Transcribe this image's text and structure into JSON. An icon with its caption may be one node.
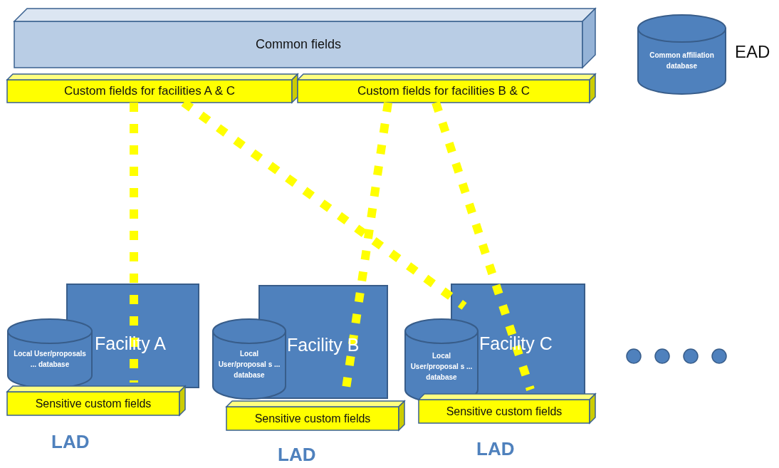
{
  "diagram": {
    "nodes": [
      {
        "text": [
          "Common fields"
        ]
      },
      {
        "text": [
          "Custom fields for facilities A & C"
        ]
      },
      {
        "text": [
          "Custom fields for facilities B & C"
        ]
      },
      {
        "text": [
          "Common affiliation database"
        ],
        "beside": [
          "EAD"
        ]
      },
      {
        "text": [
          "Facility A"
        ]
      },
      {
        "text": [
          "Local User/proposals ... database"
        ]
      },
      {
        "text": [
          "Sensitive custom fields"
        ]
      },
      {
        "text": [
          "Facility B"
        ]
      },
      {
        "text": [
          "Local User/proposal s ... database"
        ]
      },
      {
        "text": [
          "Sensitive custom fields"
        ]
      },
      {
        "text": [
          "Facility C"
        ]
      },
      {
        "text": [
          "Local User/proposal s ... database"
        ]
      },
      {
        "text": [
          "Sensitive custom fields"
        ]
      },
      {
        "text": [],
        "shape": "circle"
      },
      {
        "text": [],
        "shape": "circle"
      },
      {
        "text": [],
        "shape": "circle"
      },
      {
        "text": [],
        "shape": "circle"
      }
    ],
    "edges": [
      {
        "from": 1,
        "to": 4,
        "arrow": "none",
        "style": "dashed"
      },
      {
        "from": 1,
        "to": 10,
        "arrow": "none",
        "style": "dashed"
      },
      {
        "from": 2,
        "to": 7,
        "arrow": "none",
        "style": "dashed"
      },
      {
        "from": 2,
        "to": 10,
        "arrow": "none",
        "style": "dashed"
      }
    ],
    "labels": [
      "LAD",
      "LAD",
      "LAD"
    ]
  }
}
